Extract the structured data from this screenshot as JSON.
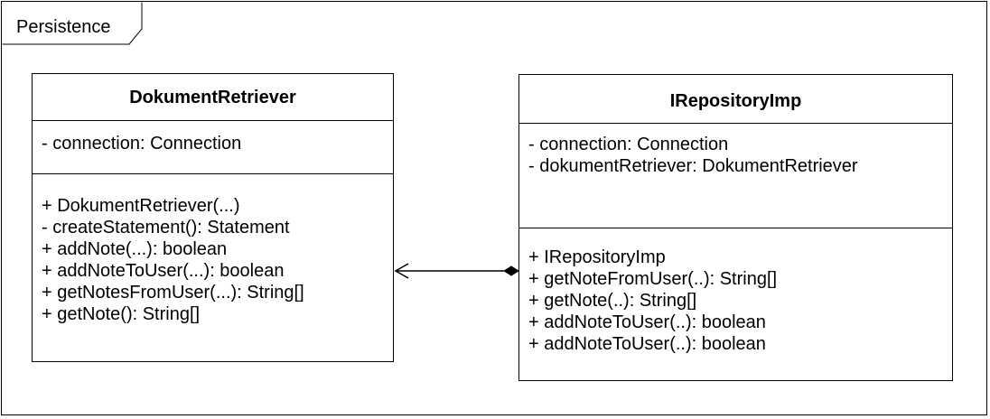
{
  "package": {
    "label": "Persistence"
  },
  "classes": [
    {
      "name": "DokumentRetriever",
      "attributes": [
        "- connection: Connection"
      ],
      "operations": [
        "+ DokumentRetriever(...)",
        "- createStatement(): Statement",
        "+ addNote(...): boolean",
        "+ addNoteToUser(...): boolean",
        "+ getNotesFromUser(...): String[]",
        "+ getNote(): String[]"
      ]
    },
    {
      "name": "IRepositoryImp",
      "attributes": [
        "- connection: Connection",
        "- dokumentRetriever: DokumentRetriever"
      ],
      "operations": [
        "+ IRepositoryImp",
        "+ getNoteFromUser(..): String[]",
        "+ getNote(..): String[]",
        "+ addNoteToUser(..): boolean",
        "+ addNoteToUser(..): boolean"
      ]
    }
  ],
  "relations": [
    {
      "from": "IRepositoryImp",
      "to": "DokumentRetriever",
      "source_end": "filled-diamond",
      "target_end": "open-arrow"
    }
  ]
}
